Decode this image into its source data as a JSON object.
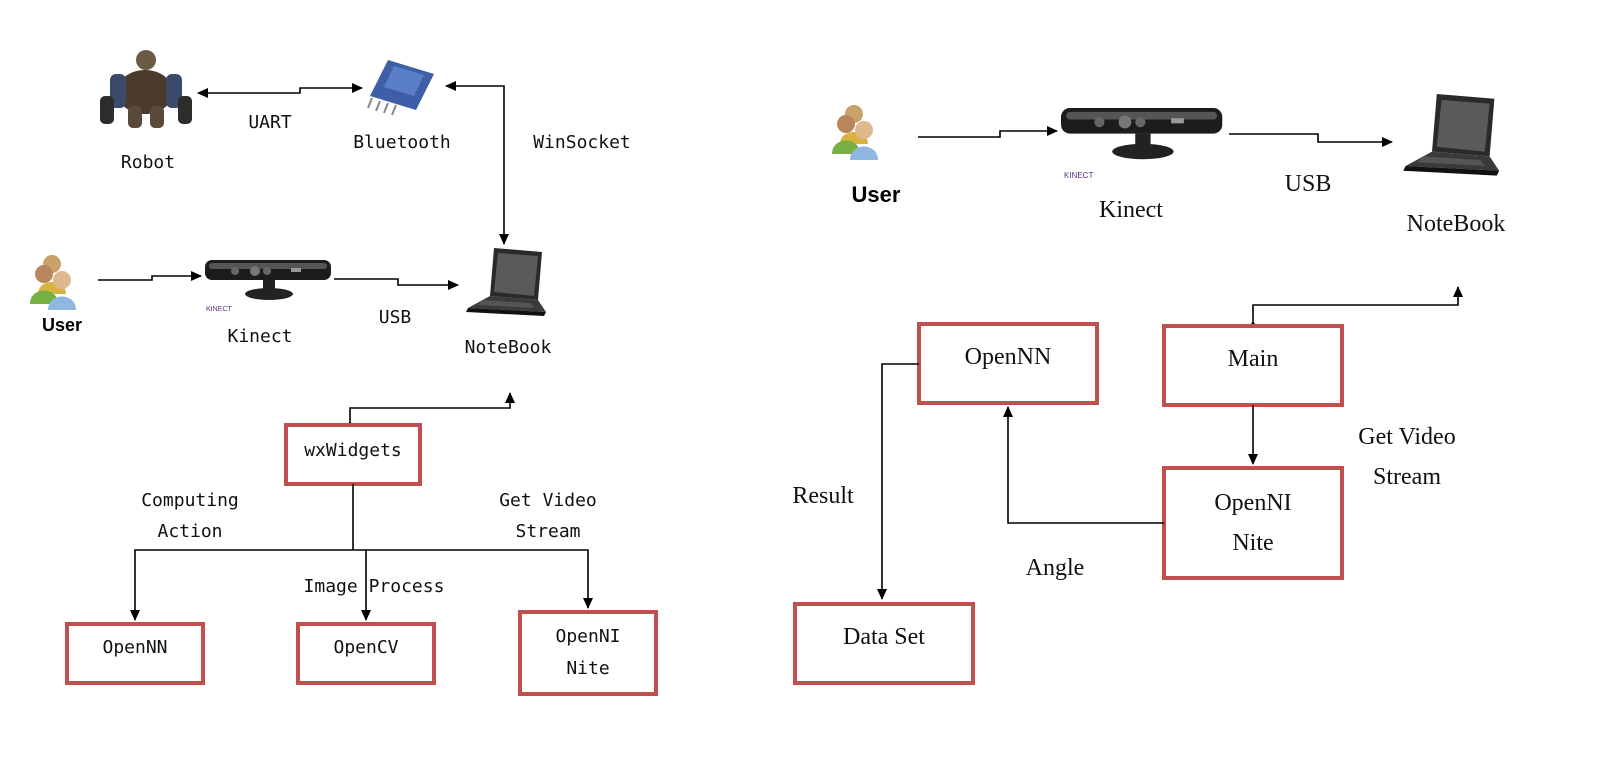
{
  "colors": {
    "box_border": "#c0504d",
    "line": "#000000"
  },
  "icons": {
    "robot": "robot-icon",
    "bluetooth": "bluetooth-module-icon",
    "kinect": "kinect-sensor-icon",
    "users": "users-group-icon",
    "laptop": "laptop-icon"
  },
  "left": {
    "robot": "Robot",
    "uart": "UART",
    "bluetooth": "Bluetooth",
    "winsocket": "WinSocket",
    "user": "User",
    "kinect": "Kinect",
    "kinect_logo": "KINECT",
    "usb": "USB",
    "notebook": "NoteBook",
    "wxwidgets": "wxWidgets",
    "computing_1": "Computing",
    "computing_2": "Action",
    "getvideo_1": "Get Video",
    "getvideo_2": "Stream",
    "image_process": "Image Process",
    "opennn": "OpenNN",
    "opencv": "OpenCV",
    "openni_1": "OpenNI",
    "openni_2": "Nite"
  },
  "right": {
    "user": "User",
    "kinect": "Kinect",
    "kinect_logo": "KINECT",
    "usb": "USB",
    "notebook": "NoteBook",
    "opennn": "OpenNN",
    "main": "Main",
    "getvideo_1": "Get Video",
    "getvideo_2": "Stream",
    "result": "Result",
    "openni_1": "OpenNI",
    "openni_2": "Nite",
    "angle": "Angle",
    "dataset": "Data Set"
  }
}
